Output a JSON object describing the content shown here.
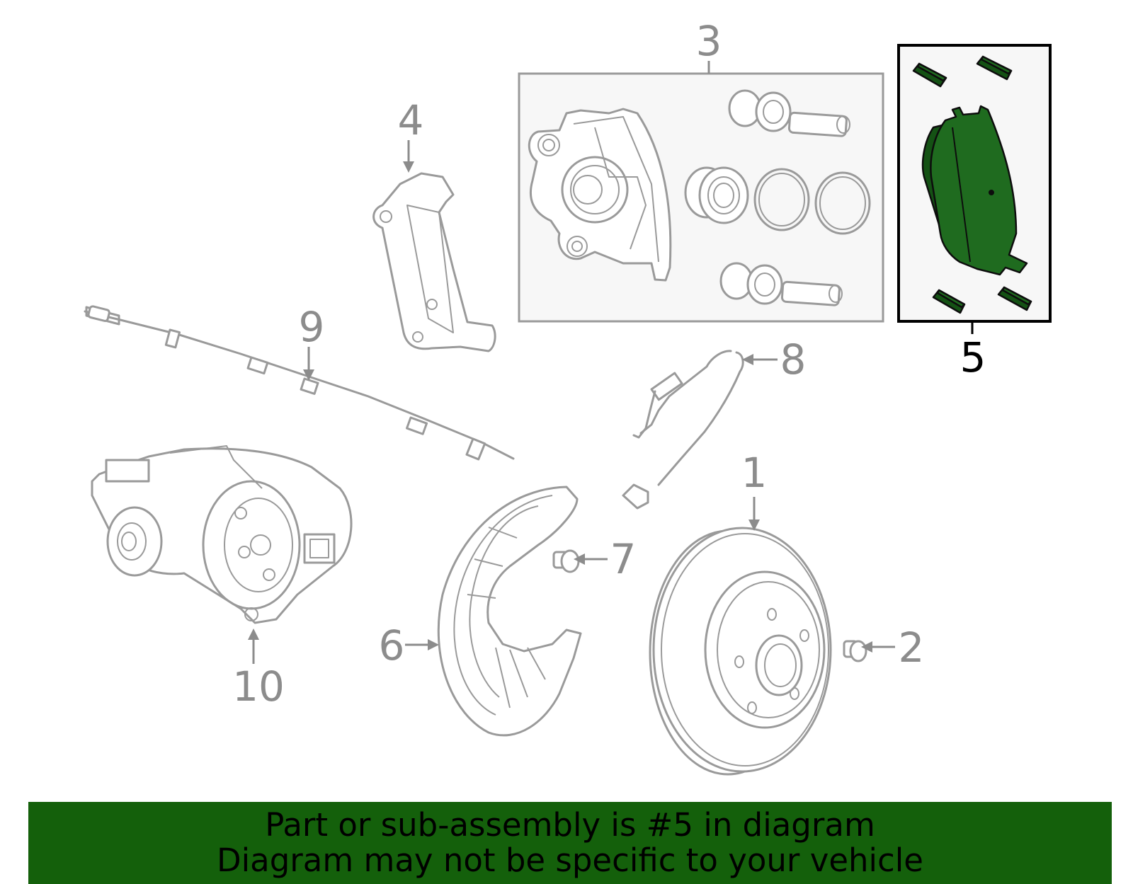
{
  "callouts": {
    "c1": "1",
    "c2": "2",
    "c3": "3",
    "c4": "4",
    "c5": "5",
    "c6": "6",
    "c7": "7",
    "c8": "8",
    "c9": "9",
    "c10": "10"
  },
  "banner": {
    "line1": "Part or sub-assembly is #5 in diagram",
    "line2": "Diagram may not be specific to your vehicle"
  },
  "colors": {
    "highlight_green": "#1f6b1f",
    "banner_green": "#14600b",
    "line_gray": "#9a9a9a"
  }
}
